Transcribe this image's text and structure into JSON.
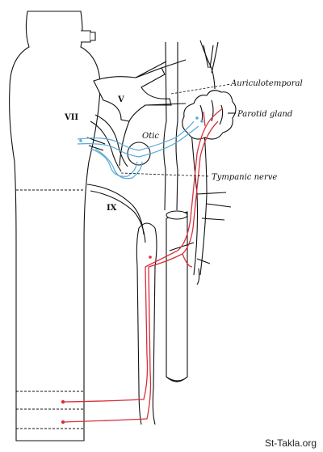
{
  "labels": {
    "auriculotemporal": "Auriculotemporal",
    "parotid_gland": "Parotid gland",
    "otic": "Otic",
    "tympanic_nerve": "Tympanic nerve",
    "nerve_v": "V",
    "nerve_vii": "VII",
    "nerve_ix": "IX"
  },
  "watermark": "St-Takla.org",
  "colors": {
    "parasympathetic_fibres": "#5aa9d6",
    "sympathetic_fibres": "#d8303a",
    "outline": "#111111"
  }
}
